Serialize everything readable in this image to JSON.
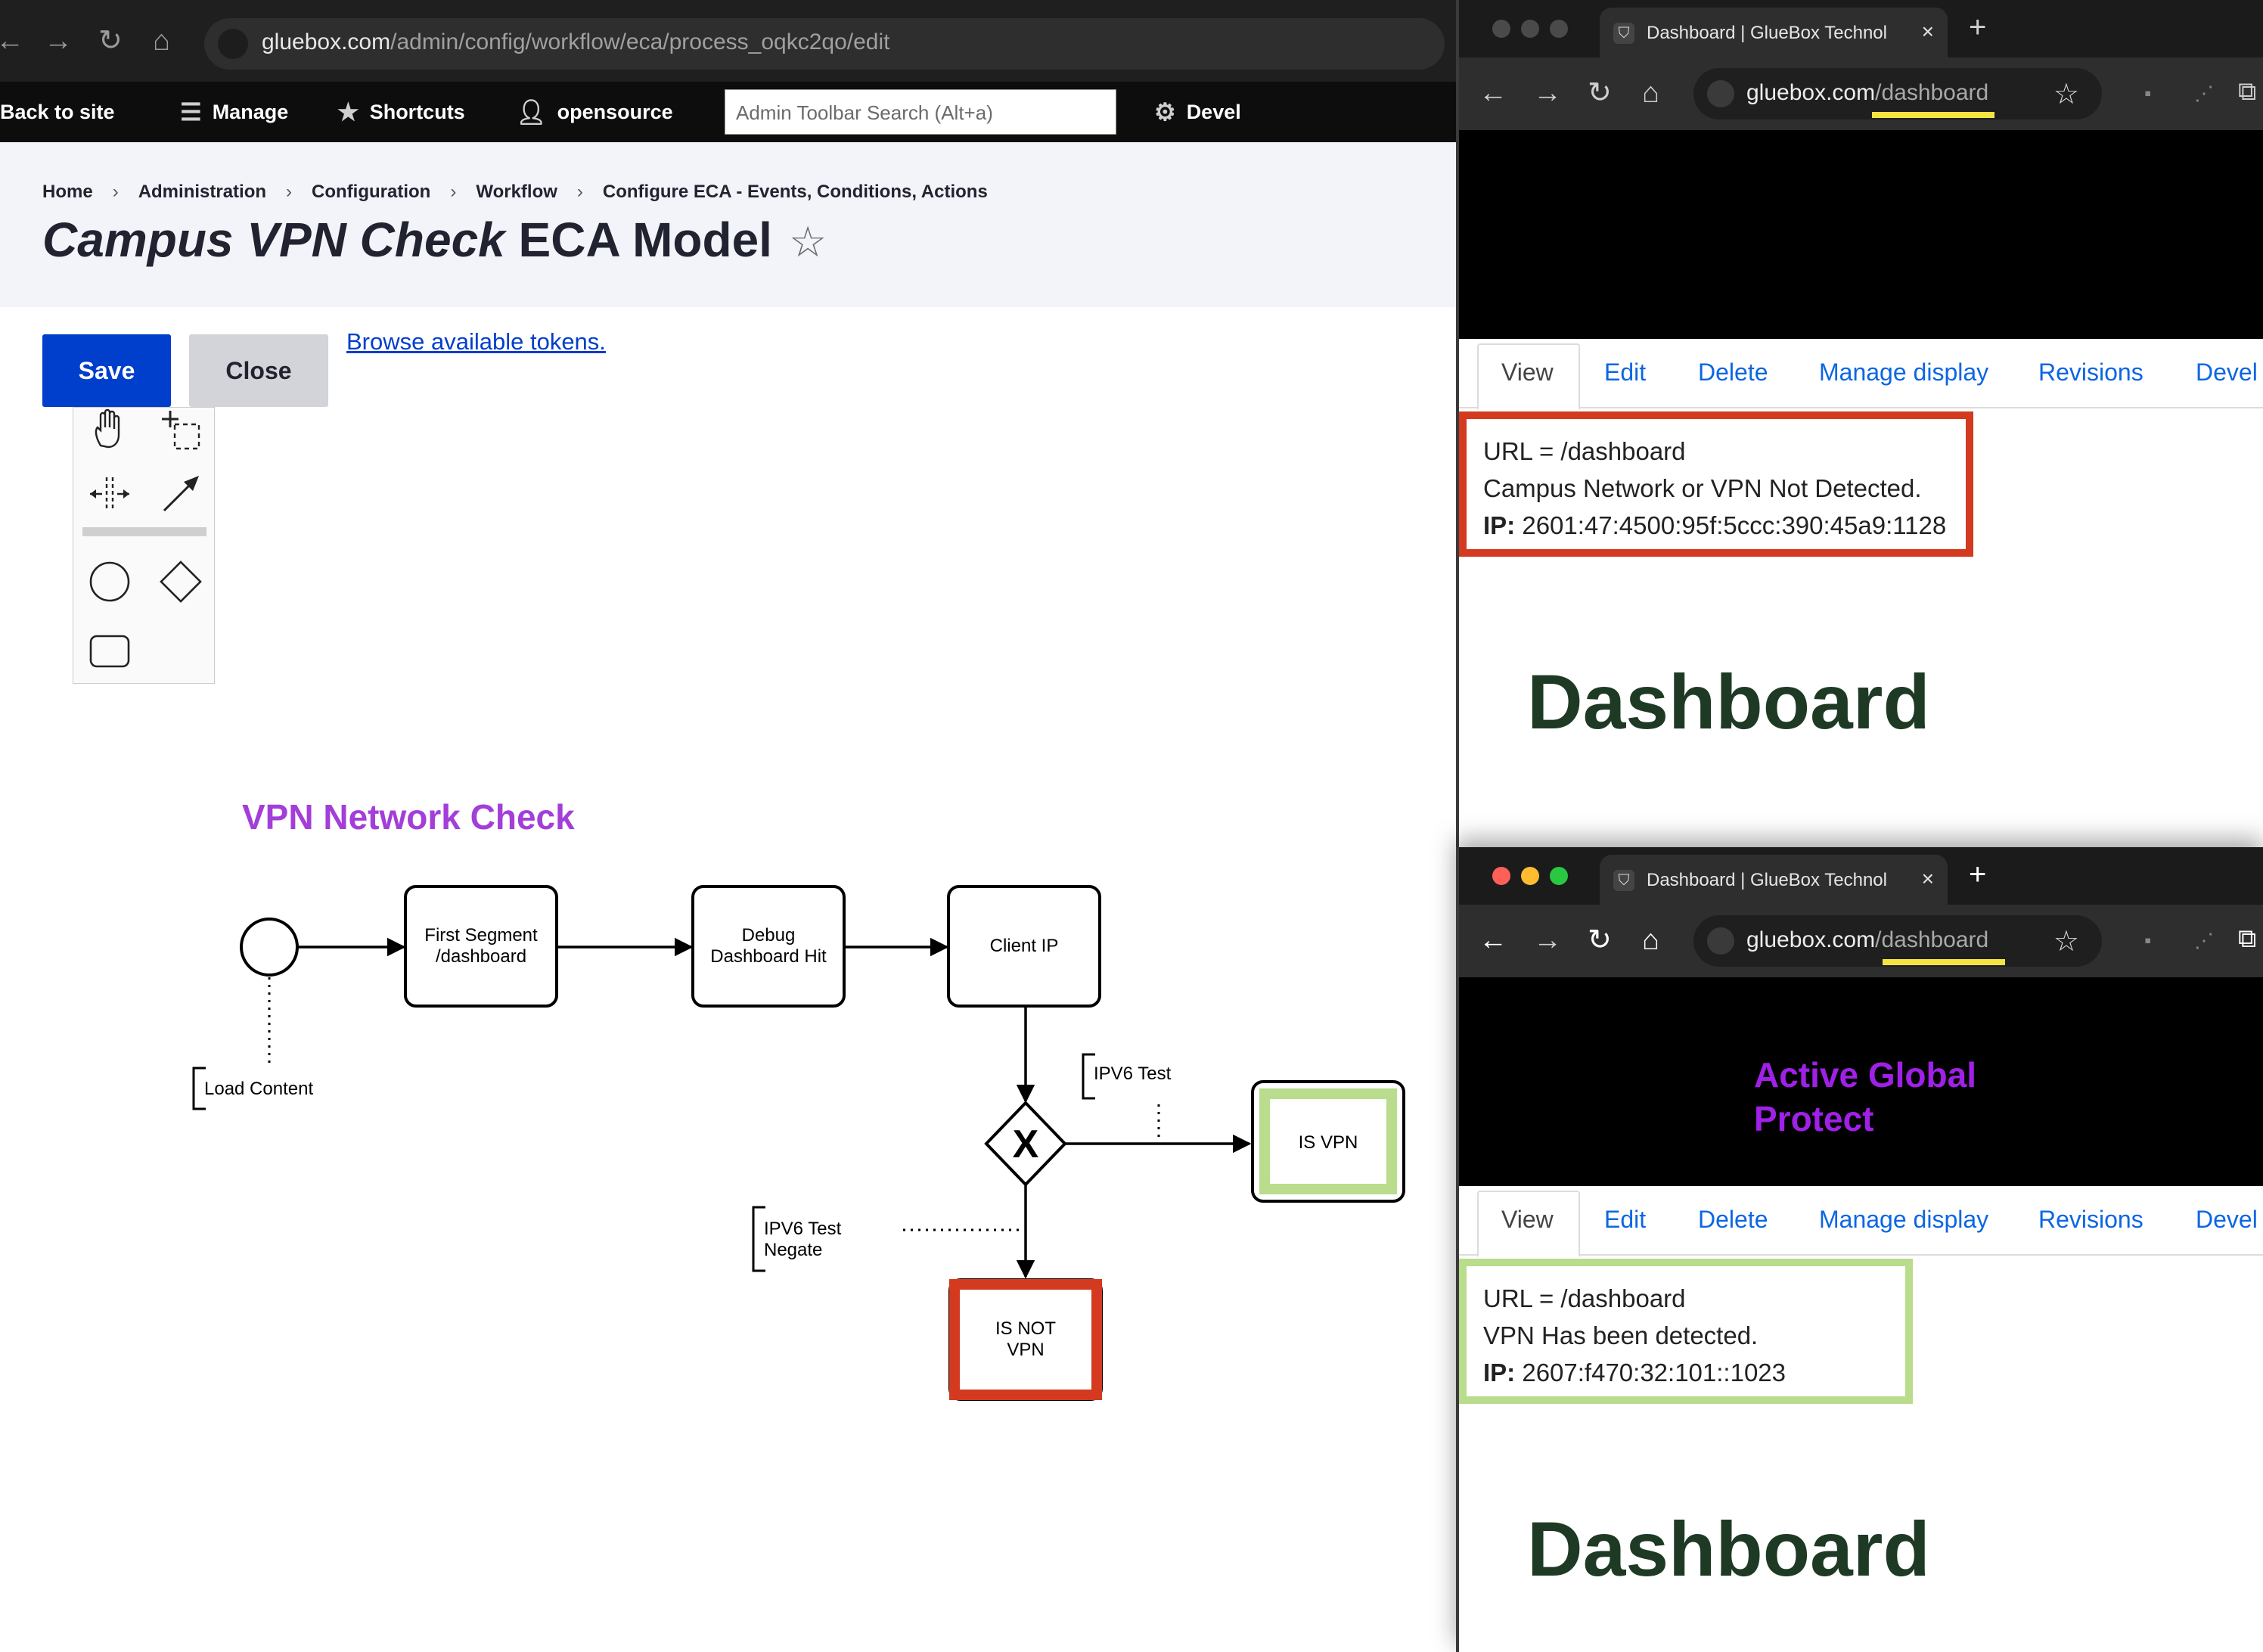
{
  "left_browser": {
    "url_host": "gluebox.com",
    "url_path": "/admin/config/workflow/eca/process_oqkc2qo/edit"
  },
  "admin_toolbar": {
    "back_to_site": "Back to site",
    "manage": "Manage",
    "shortcuts": "Shortcuts",
    "user": "opensource",
    "search_placeholder": "Admin Toolbar Search (Alt+a)",
    "devel": "Devel"
  },
  "breadcrumb": [
    "Home",
    "Administration",
    "Configuration",
    "Workflow",
    "Configure ECA - Events, Conditions, Actions"
  ],
  "page_title": {
    "italic": "Campus VPN Check",
    "rest": "ECA Model"
  },
  "actions": {
    "save": "Save",
    "close": "Close",
    "browse_tokens": "Browse available tokens."
  },
  "diagram": {
    "title": "VPN Network Check",
    "title_color": "#a33ed9",
    "start_annotation": "Load Content",
    "tasks": {
      "first_segment": [
        "First Segment",
        "/dashboard"
      ],
      "debug": [
        "Debug",
        "Dashboard Hit"
      ],
      "client_ip": "Client IP",
      "is_vpn": "IS VPN",
      "is_not_vpn": [
        "IS NOT",
        "VPN"
      ]
    },
    "gateway_symbol": "X",
    "annotations": {
      "ipv6_test": "IPV6 Test",
      "ipv6_negate": [
        "IPV6 Test",
        "Negate"
      ]
    },
    "colors": {
      "vpn_border": "#b9dc8d",
      "not_vpn_border": "#d33a1f"
    }
  },
  "right_top": {
    "tab_title": "Dashboard | GlueBox Technol",
    "url_host": "gluebox.com",
    "url_path": "/dashboard",
    "hero_text": "",
    "tabs": [
      "View",
      "Edit",
      "Delete",
      "Manage display",
      "Revisions",
      "Devel"
    ],
    "message": {
      "line1": "URL = /dashboard",
      "line2": "Campus Network or VPN Not Detected.",
      "ip_label": "IP:",
      "ip_value": "2601:47:4500:95f:5ccc:390:45a9:1128"
    },
    "heading": "Dashboard",
    "message_border": "#d33a1f"
  },
  "right_bottom": {
    "tab_title": "Dashboard | GlueBox Technol",
    "url_host": "gluebox.com",
    "url_path": "/dashboard",
    "hero_text": [
      "Active Global",
      "Protect"
    ],
    "hero_color": "#a020e8",
    "tabs": [
      "View",
      "Edit",
      "Delete",
      "Manage display",
      "Revisions",
      "Devel"
    ],
    "message": {
      "line1": "URL = /dashboard",
      "line2": "VPN Has been detected.",
      "ip_label": "IP:",
      "ip_value": "2607:f470:32:101::1023"
    },
    "heading": "Dashboard",
    "message_border": "#b9dc8d"
  }
}
